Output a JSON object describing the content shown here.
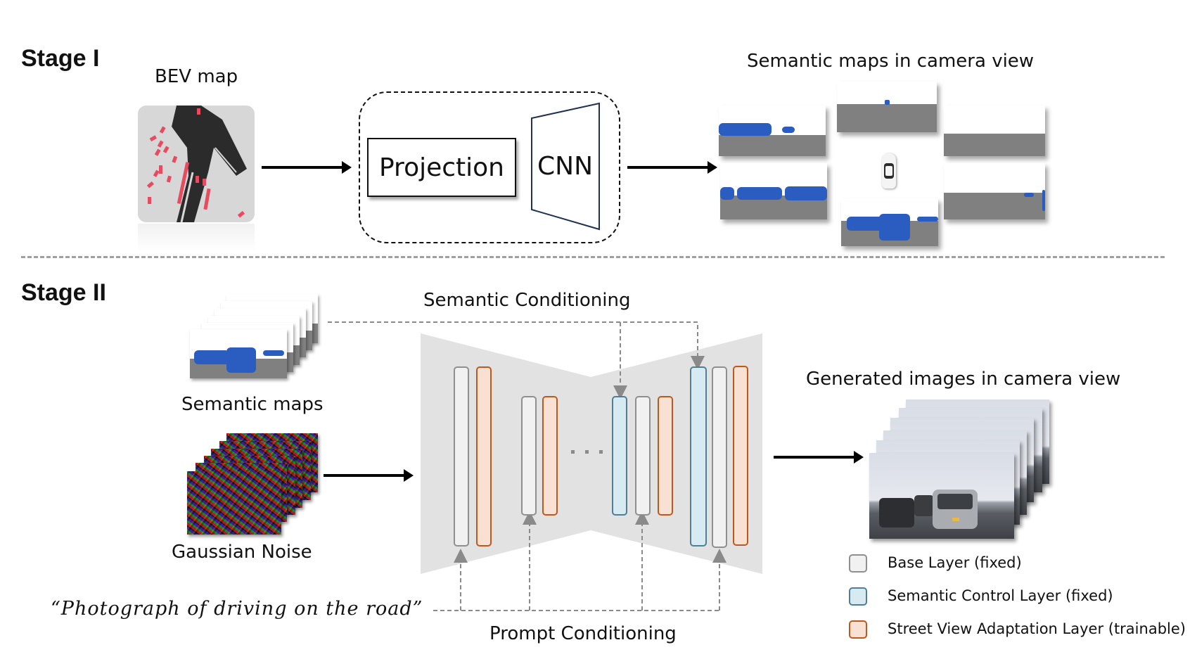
{
  "stage1": {
    "title": "Stage I",
    "bev_label": "BEV map",
    "projection_label": "Projection",
    "cnn_label": "CNN",
    "output_label": "Semantic maps in camera view"
  },
  "stage2": {
    "title": "Stage II",
    "semantic_maps_label": "Semantic maps",
    "noise_label": "Gaussian Noise",
    "semantic_conditioning_label": "Semantic Conditioning",
    "prompt_text": "“Photograph of driving on the road”",
    "prompt_conditioning_label": "Prompt Conditioning",
    "output_label": "Generated images in camera view",
    "ellipsis": "· · ·"
  },
  "legend": {
    "items": [
      {
        "label": "Base Layer (fixed)",
        "fill": "#f1f1f1",
        "stroke": "#8f8f8f"
      },
      {
        "label": "Semantic Control Layer (fixed)",
        "fill": "#d8eaf1",
        "stroke": "#4f7f95"
      },
      {
        "label": "Street View Adaptation Layer (trainable)",
        "fill": "#f8e1d2",
        "stroke": "#c0581c"
      }
    ]
  },
  "colors": {
    "road_gray": "#808080",
    "vehicle_blue": "#2a5dbf",
    "bev_vehicle_red": "#e84a5f",
    "unet_bg": "#e2e2e2"
  }
}
